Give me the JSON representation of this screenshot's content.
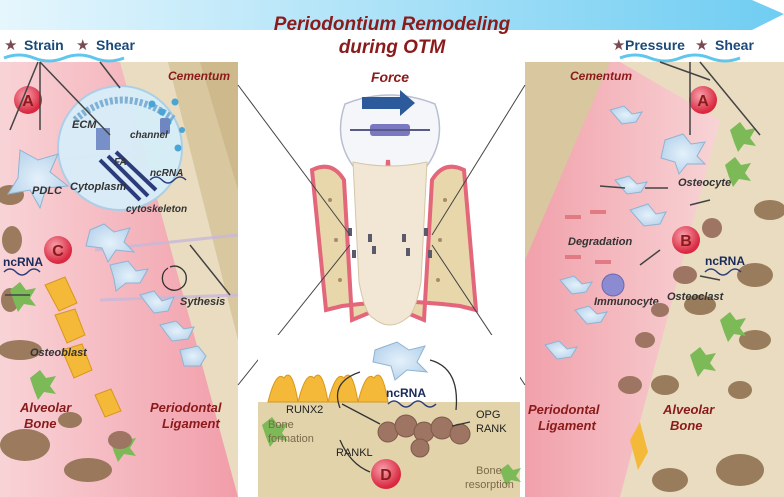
{
  "header": {
    "title_line1": "Periodontium Remodeling",
    "title_line2": "during OTM",
    "left_forces": [
      "Strain",
      "Shear"
    ],
    "right_forces": [
      "Pressure",
      "Shear"
    ]
  },
  "left_panel": {
    "cementum": "Cementum",
    "pdlc": "PDLC",
    "ecm": "ECM",
    "channel": "channel",
    "fa": "FA",
    "cytoplasm": "Cytoplasm",
    "ncrna": "ncRNA",
    "cytoskeleton": "cytoskeleton",
    "badge_a": "A",
    "badge_c": "C",
    "ncrna_c": "ncRNA",
    "synthesis": "Sythesis",
    "osteoblast": "Osteoblast",
    "alveolar_bone": "Alveolar Bone",
    "periodontal_ligament": "Periodontal Ligament"
  },
  "center_panel": {
    "force": "Force",
    "ncrna": "ncRNA",
    "runx2": "RUNX2",
    "opg": "OPG",
    "rank": "RANK",
    "rankl": "RANKL",
    "bone_formation": "Bone formation",
    "bone_resorption": "Bone resorption",
    "badge_d": "D"
  },
  "right_panel": {
    "cementum": "Cementum",
    "badge_a": "A",
    "osteocyte": "Osteocyte",
    "degradation": "Degradation",
    "badge_b": "B",
    "ncrna": "ncRNA",
    "immunocyte": "Immunocyte",
    "osteoclast": "Osteoclast",
    "periodontal_ligament": "Periodontal Ligament",
    "alveolar_bone": "Alveolar Bone"
  },
  "colors": {
    "title": "#8b1a1a",
    "banner": "#5fc6ee",
    "badge": "#e63950",
    "pdl_pink": "#f5a7b4",
    "bone": "#e6d7b2",
    "bone_hole": "#8b6c4a",
    "cell_blue": "#c6dcf0",
    "osteoblast": "#f5b93a",
    "osteoclast": "#9e7463",
    "green_cell": "#7cb957"
  }
}
